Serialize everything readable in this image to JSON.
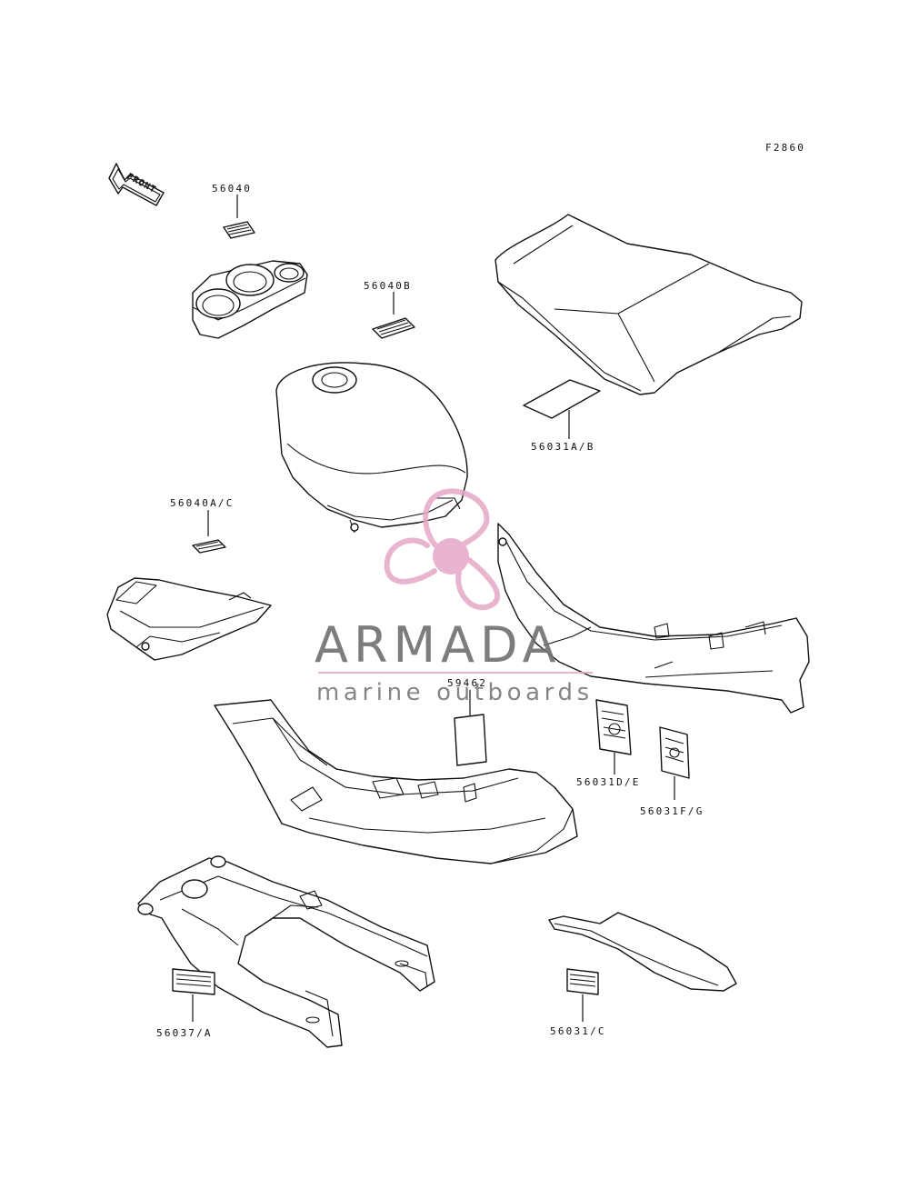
{
  "diagram": {
    "ref_code": "F2860",
    "front_label": "FRONT"
  },
  "labels": {
    "p56040": "56040",
    "p56040B": "56040B",
    "p56031AB": "56031A/B",
    "p56040AC": "56040A/C",
    "p59462": "59462",
    "p56031DE": "56031D/E",
    "p56031FG": "56031F/G",
    "p56037A": "56037/A",
    "p56031C": "56031/C"
  },
  "watermark": {
    "brand": "ARMADA",
    "tagline": "marine outboards",
    "color_text": "#6f6f6f",
    "color_logo": "#e4a7c6"
  }
}
